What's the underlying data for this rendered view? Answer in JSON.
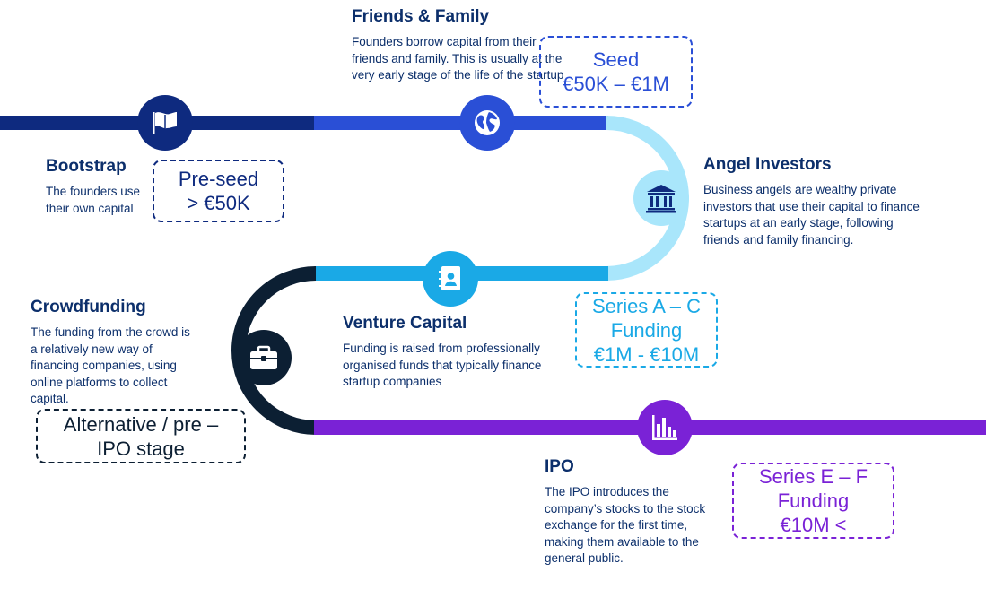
{
  "colors": {
    "dark_navy": "#0e2a7f",
    "blue": "#2a4fd6",
    "light_cyan": "#a9e6fb",
    "sky": "#1aa9e6",
    "ink": "#0c1f33",
    "purple": "#7a22d6",
    "title_text": "#0c2f6b",
    "body_text": "#0c2f6b"
  },
  "stages": {
    "bootstrap": {
      "title": "Bootstrap",
      "description": "The founders use their own capital",
      "badge": "Pre-seed\n> €50K",
      "icon": "flag-icon"
    },
    "friends_family": {
      "title": "Friends & Family",
      "description": "Founders borrow capital from their friends and family. This is usually at the very early stage of the life of the startup",
      "badge": "Seed\n€50K – €1M",
      "icon": "globe-icon"
    },
    "angel_investors": {
      "title": "Angel Investors",
      "description": "Business angels are wealthy private investors that use their capital to finance startups at an early stage, following friends and family financing.",
      "icon": "bank-icon"
    },
    "venture_capital": {
      "title": "Venture Capital",
      "description": "Funding is raised from professionally organised funds that typically finance startup companies",
      "badge": "Series A – C\nFunding\n€1M - €10M",
      "icon": "contact-book-icon"
    },
    "crowdfunding": {
      "title": "Crowdfunding",
      "description": "The funding from the crowd is a relatively new way of financing companies, using online platforms to collect capital.",
      "badge": "Alternative / pre –\nIPO stage",
      "icon": "briefcase-icon"
    },
    "ipo": {
      "title": "IPO",
      "description": "The IPO introduces the company’s stocks to the stock exchange for the first time, making them available to the general public.",
      "badge": "Series E – F\nFunding\n€10M <",
      "icon": "bar-chart-icon"
    }
  }
}
